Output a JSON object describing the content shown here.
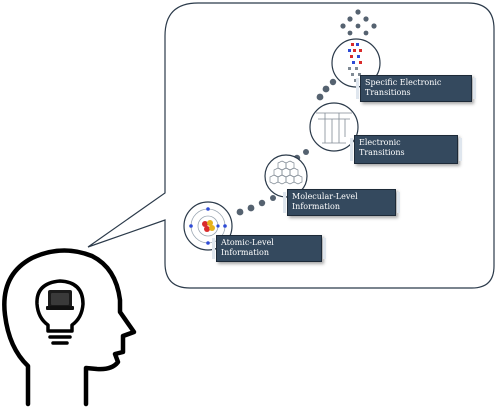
{
  "steps": [
    {
      "label": "Atomic-Level\nInformation",
      "icon": "atom-icon"
    },
    {
      "label": "Molecular-Level\nInformation",
      "icon": "molecule-icon"
    },
    {
      "label": "Electronic\nTransitions",
      "icon": "energy-level-icon"
    },
    {
      "label": "Specific Electronic\nTransitions",
      "icon": "orbital-transition-icon"
    }
  ],
  "icons": {
    "head": "head-silhouette-icon",
    "bulb": "lightbulb-icon",
    "chip": "chip-icon"
  },
  "colors": {
    "outline": "#000000",
    "bubble_stroke": "#2b3a4a",
    "label_fill": "#34495e",
    "dot": "#556270",
    "accent_red": "#d92b2b",
    "accent_blue": "#2e4bd6",
    "accent_yellow": "#e7b21a"
  }
}
